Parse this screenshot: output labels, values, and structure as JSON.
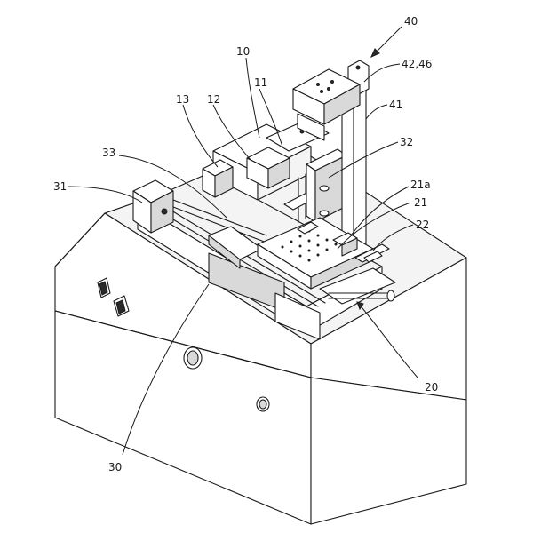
{
  "labels": {
    "l40": "40",
    "l42_46": "42,46",
    "l41": "41",
    "l10": "10",
    "l11": "11",
    "l12": "12",
    "l13": "13",
    "l32": "32",
    "l33": "33",
    "l31": "31",
    "l21a": "21a",
    "l21": "21",
    "l22": "22",
    "l20": "20",
    "l30": "30"
  }
}
